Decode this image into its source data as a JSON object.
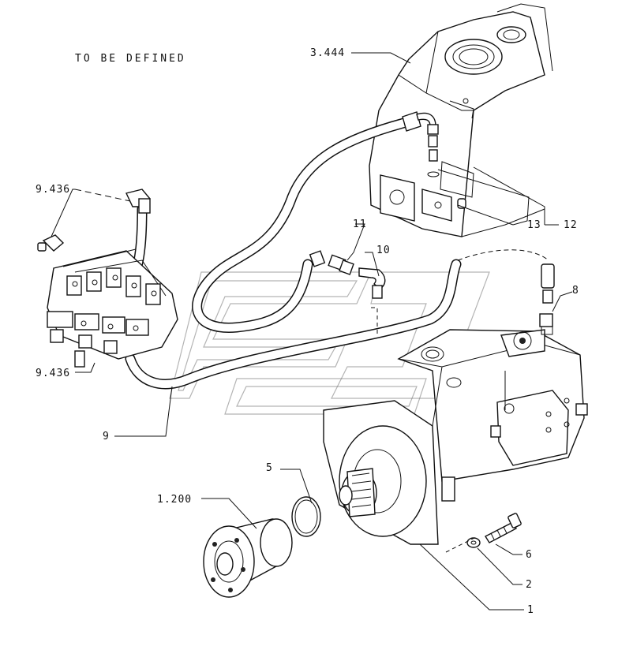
{
  "status_note": "TO BE DEFINED",
  "callouts": {
    "c_3444": "3.444",
    "c_9436_top": "9.436",
    "c_9436_bottom": "9.436",
    "c_11": "11",
    "c_10": "10",
    "c_13": "13",
    "c_12": "12",
    "c_8": "8",
    "c_9": "9",
    "c_5": "5",
    "c_1200": "1.200",
    "c_6": "6",
    "c_2": "2",
    "c_1": "1"
  }
}
